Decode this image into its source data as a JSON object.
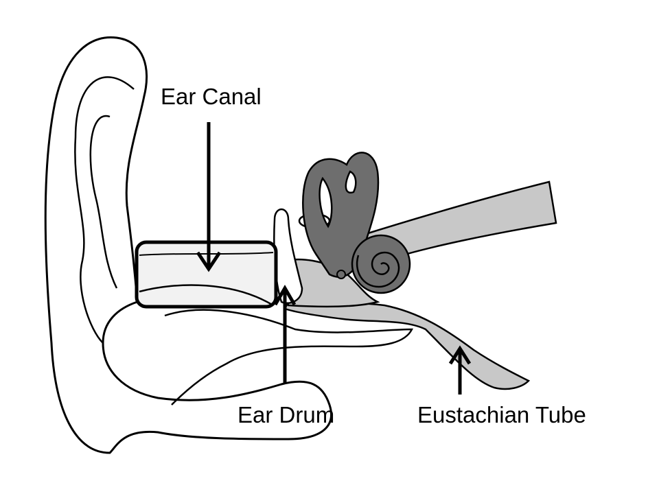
{
  "diagram": {
    "labels": {
      "ear_canal": "Ear Canal",
      "ear_drum": "Ear Drum",
      "eustachian_tube": "Eustachian Tube"
    },
    "colors": {
      "outline": "#000000",
      "tube_fill": "#c8c8c8",
      "inner_ear_fill": "#6e6e6e",
      "canal_box_fill": "#f2f2f2"
    }
  }
}
